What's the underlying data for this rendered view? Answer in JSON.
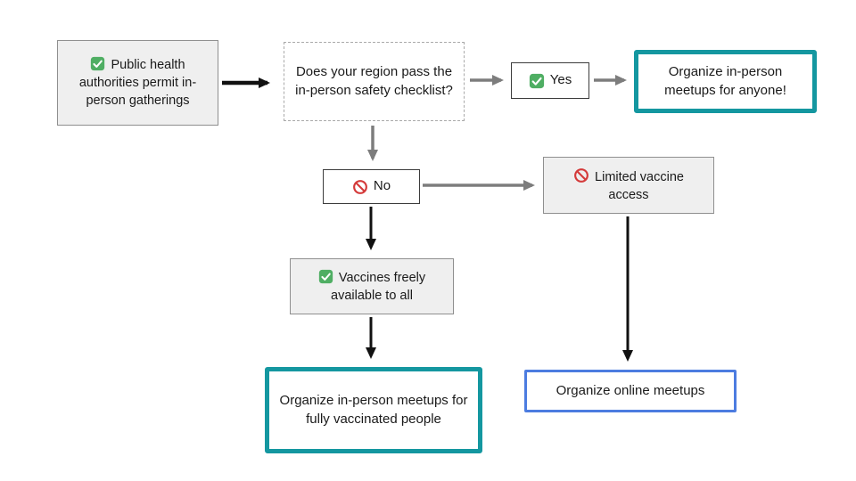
{
  "nodes": {
    "start": {
      "icon": "check-icon",
      "label": "Public health authorities permit in-person gatherings"
    },
    "question": {
      "label": "Does your region pass the in-person safety checklist?"
    },
    "yes": {
      "icon": "check-icon",
      "label": "Yes"
    },
    "organize_anyone": {
      "label": "Organize in-person meetups for anyone!"
    },
    "no": {
      "icon": "no-entry-icon",
      "label": "No"
    },
    "limited_vaccine": {
      "icon": "no-entry-icon",
      "label": "Limited vaccine access"
    },
    "vaccines_available": {
      "icon": "check-icon",
      "label": "Vaccines freely available to all"
    },
    "organize_vaccinated": {
      "label": "Organize in-person meetups for fully vaccinated people"
    },
    "organize_online": {
      "label": "Organize online meetups"
    }
  },
  "icons": {
    "check-icon": "✅",
    "no-entry-icon": "🚫"
  },
  "colors": {
    "teal_border": "#1497a0",
    "blue_border": "#4c7ce0",
    "gray_fill": "#efefef",
    "check_green": "#4fae63",
    "no_entry_red": "#d43a3a",
    "arrow_black": "#111111",
    "arrow_gray": "#7d7d7d"
  }
}
